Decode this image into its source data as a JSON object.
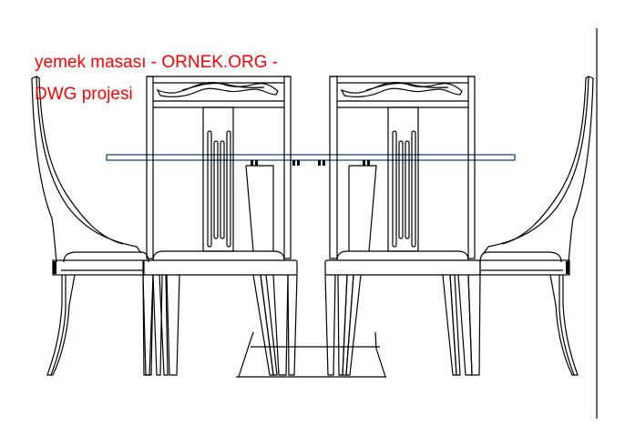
{
  "watermark": {
    "line1": "yemek masası - ORNEK.ORG -",
    "line2": "DWG projesi",
    "color": "#ff0000"
  },
  "drawing": {
    "subject": "dining table with chairs - front elevation",
    "line_color": "#000000",
    "table_top_color": "#0a3a7a",
    "background": "#ffffff"
  }
}
